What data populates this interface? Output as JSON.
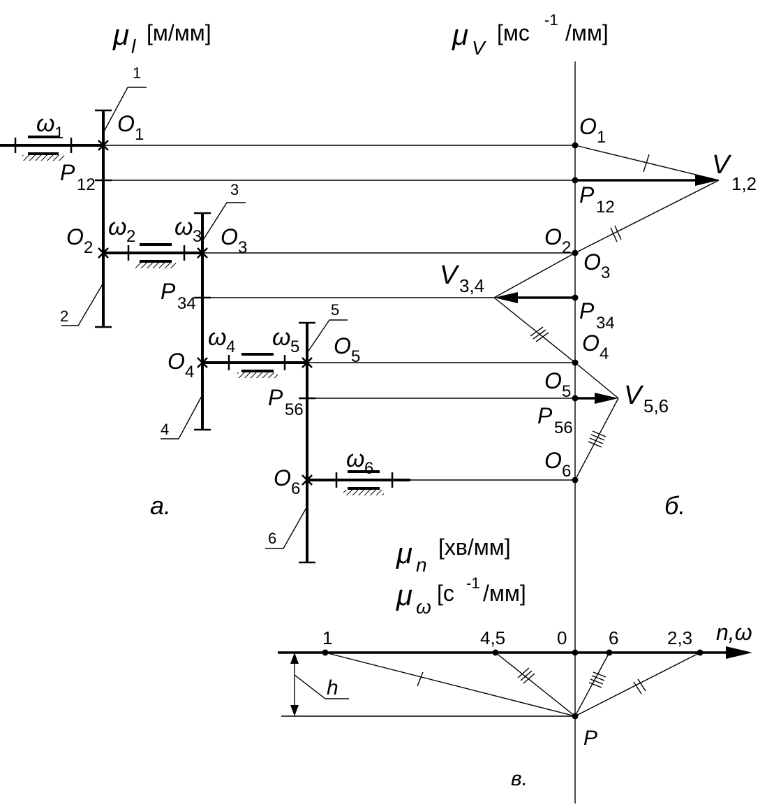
{
  "scales": {
    "length": {
      "symbol": "μ",
      "sub": "l",
      "unit": "[м/мм]"
    },
    "velocity": {
      "symbol": "μ",
      "sub": "V",
      "unit_a": "[мс",
      "unit_sup": "-1",
      "unit_b": "/мм]"
    },
    "rpm": {
      "symbol": "μ",
      "sub": "n",
      "unit": "[хв/мм]"
    },
    "angular": {
      "symbol": "μ",
      "sub": "ω",
      "unit_a": "[с",
      "unit_sup": "-1",
      "unit_b": "/мм]"
    }
  },
  "panel_labels": {
    "a": "а.",
    "b": "б.",
    "v": "в."
  },
  "scheme": {
    "gear_numbers": [
      "1",
      "2",
      "3",
      "4",
      "5",
      "6"
    ],
    "omega": {
      "symbol": "ω",
      "subs": [
        "1",
        "2",
        "3",
        "4",
        "5",
        "6"
      ]
    },
    "centers": {
      "O1": [
        "O",
        "1"
      ],
      "O2": [
        "O",
        "2"
      ],
      "O3": [
        "O",
        "3"
      ],
      "O4": [
        "O",
        "4"
      ],
      "O5": [
        "O",
        "5"
      ],
      "O6": [
        "O",
        "6"
      ]
    },
    "poles": {
      "P12": [
        "P",
        "12"
      ],
      "P34": [
        "P",
        "34"
      ],
      "P56": [
        "P",
        "56"
      ]
    }
  },
  "velocity_plan": {
    "V12": [
      "V",
      "1,2"
    ],
    "V34": [
      "V",
      "3,4"
    ],
    "V56": [
      "V",
      "5,6"
    ]
  },
  "rpm_plan": {
    "axis_label": "n,ω",
    "ticks": [
      "1",
      "4,5",
      "0",
      "6",
      "2,3"
    ],
    "pole": "P",
    "h_label": "h"
  }
}
